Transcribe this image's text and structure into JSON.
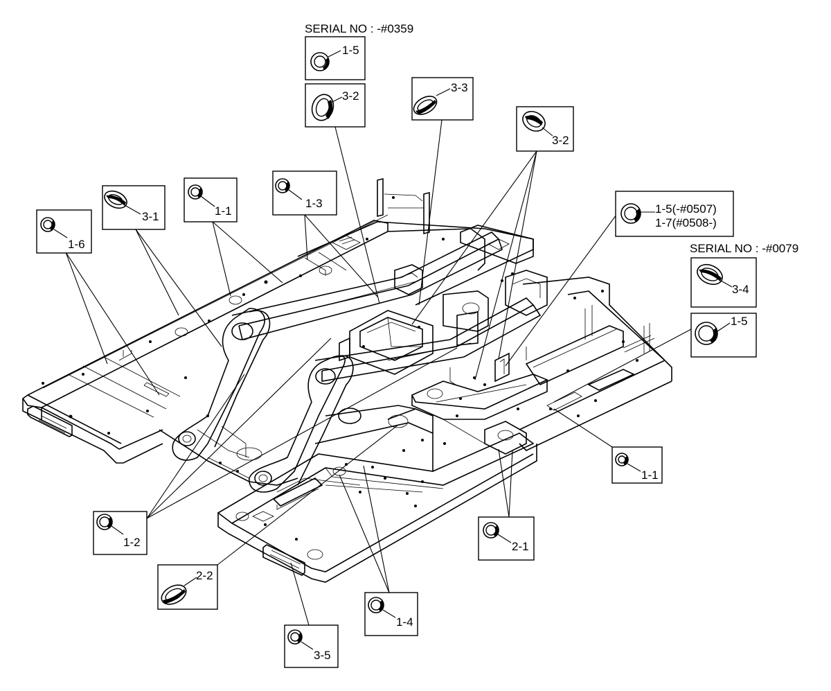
{
  "serial_notes": [
    {
      "id": "serial-note-top",
      "text": "SERIAL NO : -#0359"
    },
    {
      "id": "serial-note-right",
      "text": "SERIAL NO : -#0079"
    }
  ],
  "callouts": [
    {
      "id": "1-5-top",
      "label": "1-5",
      "grommet": "round-grommet"
    },
    {
      "id": "3-2-top",
      "label": "3-2",
      "grommet": "oval-grommet"
    },
    {
      "id": "3-3",
      "label": "3-3",
      "grommet": "oval-grommet"
    },
    {
      "id": "3-2-right",
      "label": "3-2",
      "grommet": "oval-grommet"
    },
    {
      "id": "1-1-top",
      "label": "1-1",
      "grommet": "round-grommet"
    },
    {
      "id": "1-3",
      "label": "1-3",
      "grommet": "round-grommet"
    },
    {
      "id": "3-1",
      "label": "3-1",
      "grommet": "oval-grommet"
    },
    {
      "id": "1-6",
      "label": "1-6",
      "grommet": "round-grommet"
    },
    {
      "id": "1-5-1-7",
      "label": "1-5(-#0507)",
      "label2": "1-7(#0508-)",
      "grommet": "round-grommet"
    },
    {
      "id": "3-4",
      "label": "3-4",
      "grommet": "oval-grommet"
    },
    {
      "id": "1-5-right",
      "label": "1-5",
      "grommet": "round-grommet"
    },
    {
      "id": "1-1-right",
      "label": "1-1",
      "grommet": "round-grommet"
    },
    {
      "id": "2-1",
      "label": "2-1",
      "grommet": "round-grommet"
    },
    {
      "id": "1-2",
      "label": "1-2",
      "grommet": "round-grommet"
    },
    {
      "id": "2-2",
      "label": "2-2",
      "grommet": "oval-grommet"
    },
    {
      "id": "1-4",
      "label": "1-4",
      "grommet": "round-grommet"
    },
    {
      "id": "3-5",
      "label": "3-5",
      "grommet": "round-grommet"
    }
  ]
}
